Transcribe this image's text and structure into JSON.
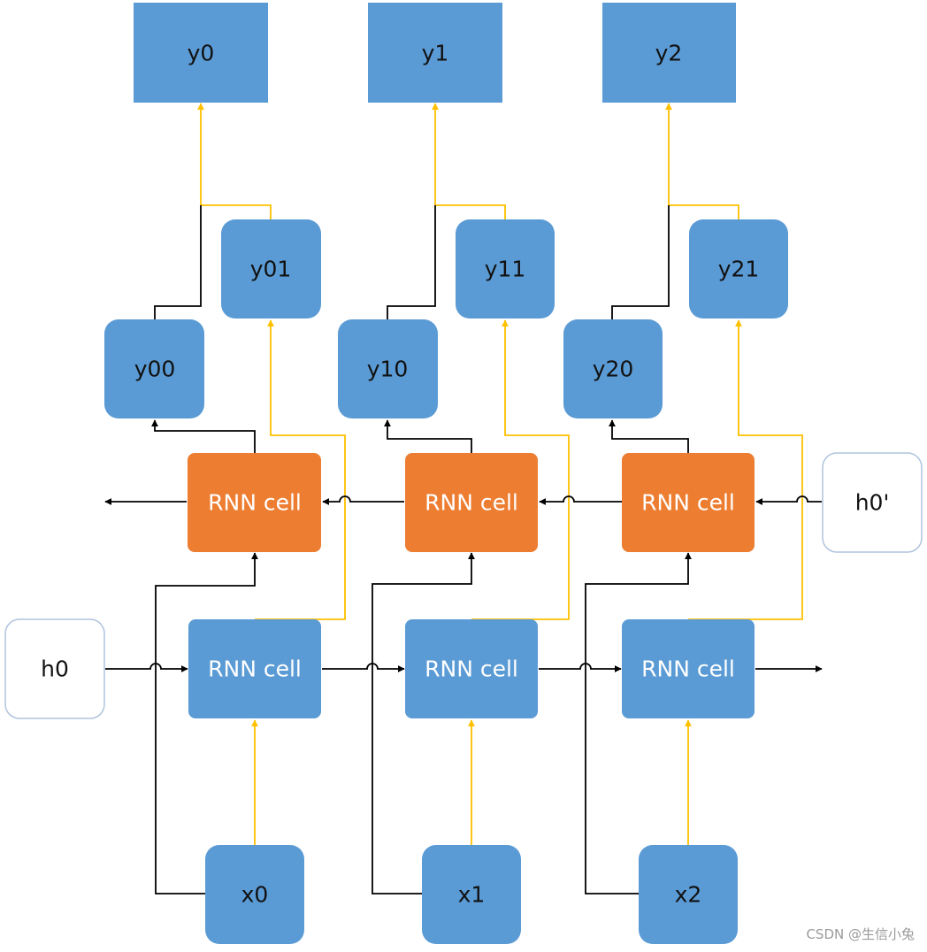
{
  "diagram": {
    "outputs": {
      "y0": "y0",
      "y1": "y1",
      "y2": "y2"
    },
    "partials": {
      "y00": "y00",
      "y01": "y01",
      "y10": "y10",
      "y11": "y11",
      "y20": "y20",
      "y21": "y21"
    },
    "backward_cells": [
      "RNN cell",
      "RNN cell",
      "RNN cell"
    ],
    "forward_cells": [
      "RNN cell",
      "RNN cell",
      "RNN cell"
    ],
    "inputs": {
      "x0": "x0",
      "x1": "x1",
      "x2": "x2"
    },
    "initial_states": {
      "h0": "h0",
      "h0_prime": "h0'"
    }
  },
  "colors": {
    "blue_node": "#5B9BD5",
    "orange_node": "#ED7D31",
    "yellow_line": "#FFC000",
    "black_line": "#000000",
    "state_border": "#AFC4DD"
  },
  "watermark": "CSDN @生信小兔"
}
